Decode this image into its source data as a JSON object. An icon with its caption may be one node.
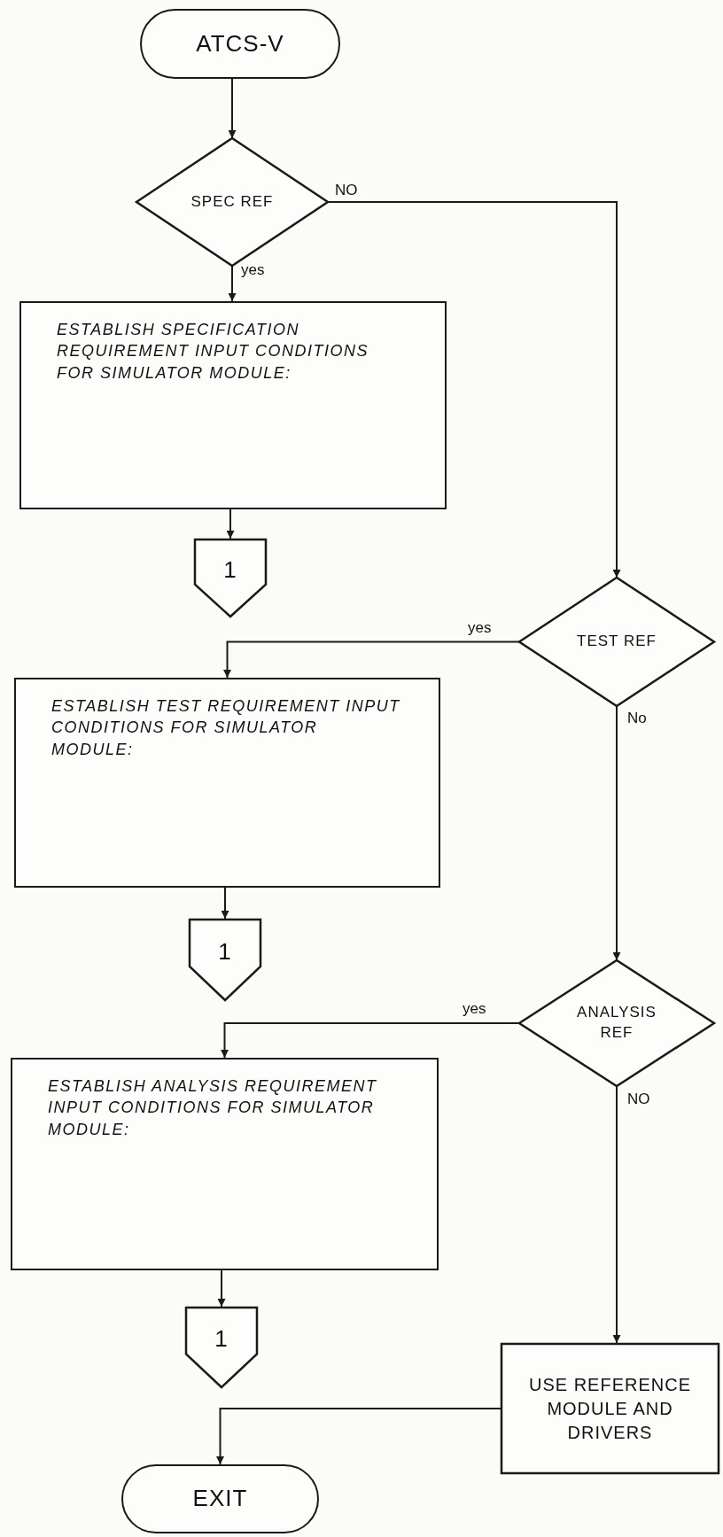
{
  "diagram": {
    "nodes": [
      {
        "text": [
          "ATCS-V"
        ]
      },
      {
        "text": [
          "SPEC REF"
        ]
      },
      {
        "text": [
          "ESTABLISH SPECIFICATION REQUIREMENT INPUT CONDITIONS FOR SIMULATOR MODULE:"
        ]
      },
      {
        "text": [
          "1"
        ]
      },
      {
        "text": [
          "TEST REF"
        ]
      },
      {
        "text": [
          "ESTABLISH TEST REQUIREMENT INPUT CONDITIONS FOR SIMULATOR MODULE:"
        ]
      },
      {
        "text": [
          "1"
        ]
      },
      {
        "text": [
          "ANALYSIS REF"
        ]
      },
      {
        "text": [
          "ESTABLISH ANALYSIS REQUIREMENT INPUT CONDITIONS FOR SIMULATOR MODULE:"
        ]
      },
      {
        "text": [
          "1"
        ]
      },
      {
        "text": [
          "USE REFERENCE MODULE AND DRIVERS"
        ]
      },
      {
        "text": [
          "EXIT"
        ]
      }
    ],
    "edges": [
      {
        "from": 0,
        "to": 1,
        "arrow": "to"
      },
      {
        "from": 1,
        "to": 2,
        "arrow": "to",
        "label": "yes"
      },
      {
        "from": 1,
        "to": 4,
        "arrow": "to",
        "label": "NO"
      },
      {
        "from": 2,
        "to": 3,
        "arrow": "to"
      },
      {
        "from": 4,
        "to": 5,
        "arrow": "to",
        "label": "yes"
      },
      {
        "from": 4,
        "to": 7,
        "arrow": "to",
        "label": "No"
      },
      {
        "from": 5,
        "to": 6,
        "arrow": "to"
      },
      {
        "from": 7,
        "to": 8,
        "arrow": "to",
        "label": "yes"
      },
      {
        "from": 7,
        "to": 10,
        "arrow": "to",
        "label": "NO"
      },
      {
        "from": 8,
        "to": 9,
        "arrow": "to"
      },
      {
        "from": 10,
        "to": 11,
        "arrow": "to"
      }
    ]
  }
}
